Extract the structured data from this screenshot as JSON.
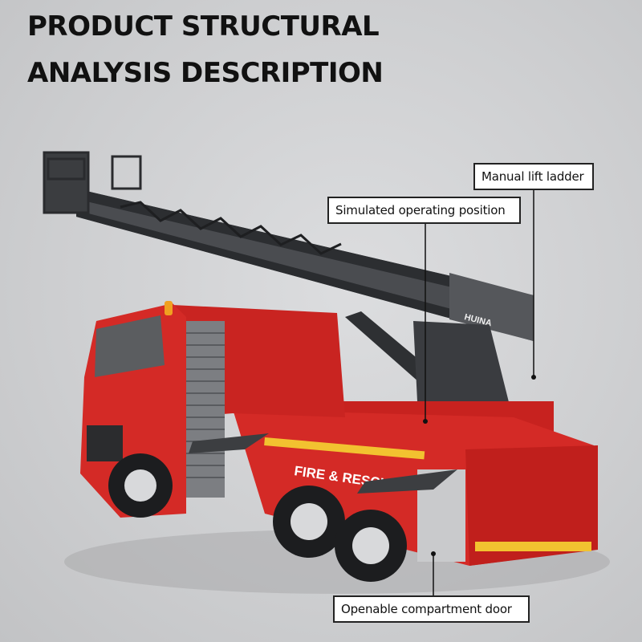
{
  "heading": {
    "line1": "PRODUCT STRUCTURAL",
    "line2": "ANALYSIS DESCRIPTION"
  },
  "callouts": {
    "ladder": "Manual lift ladder",
    "operating": "Simulated operating position",
    "door": "Openable compartment door"
  },
  "truck": {
    "side_text": "FIRE & RESCUE",
    "brand": "HUINA",
    "colors": {
      "body_red": "#d42a26",
      "dark_red": "#a8191a",
      "ladder_gray": "#3d3f42",
      "stripe_yellow": "#f2c230"
    }
  }
}
